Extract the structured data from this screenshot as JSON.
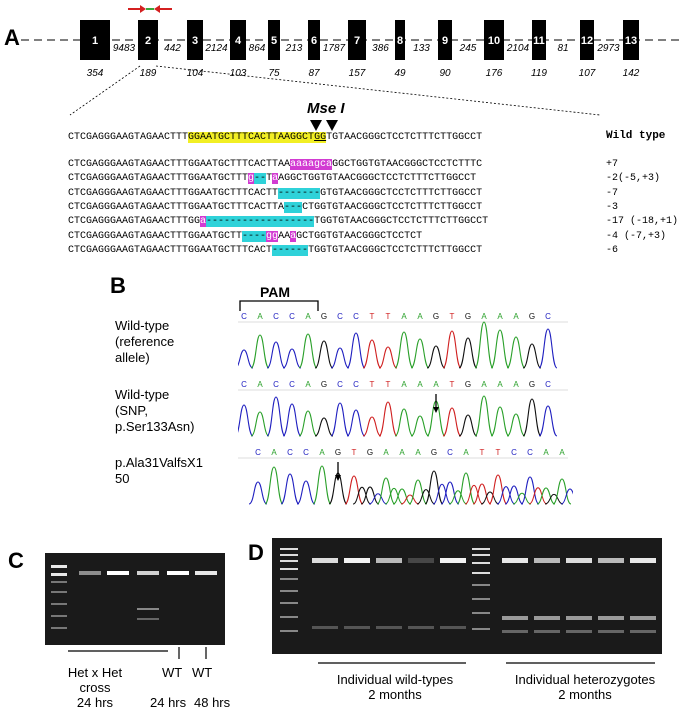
{
  "panels": {
    "a": "A",
    "b": "B",
    "c": "C",
    "d": "D"
  },
  "exons": [
    "1",
    "2",
    "3",
    "4",
    "5",
    "6",
    "7",
    "8",
    "9",
    "10",
    "11",
    "12",
    "13"
  ],
  "introns": [
    "9483",
    "442",
    "2124",
    "864",
    "213",
    "1787",
    "386",
    "133",
    "245",
    "2104",
    "81",
    "2973"
  ],
  "exon_lengths": [
    "354",
    "189",
    "104",
    "103",
    "75",
    "87",
    "157",
    "49",
    "90",
    "176",
    "119",
    "107",
    "142"
  ],
  "enzyme": "Mse I",
  "wild_type_label": "Wild type",
  "wt_seq": {
    "pre": "CTCGAGGGAAGTAGAACTTT",
    "target1": "GGAATGCTTTCACTTAAGGCT",
    "pam": "GG",
    "post": "TGTAACGGGCTCCTCTTTCTTGGCCT"
  },
  "mutants": [
    {
      "parts": [
        {
          "t": "CTCGAGGGAAGTAGAACTTTGGAATGCTTTCACTTAA",
          "c": ""
        },
        {
          "t": "aaaagca",
          "c": "m"
        },
        {
          "t": "GGCTGGTGTAACGGGCTCCTCTTTC",
          "c": ""
        }
      ],
      "annot": "+7"
    },
    {
      "parts": [
        {
          "t": "CTCGAGGGAAGTAGAACTTTGGAATGCTTT",
          "c": ""
        },
        {
          "t": "g",
          "c": "m"
        },
        {
          "t": "--",
          "c": "c"
        },
        {
          "t": "T",
          "c": ""
        },
        {
          "t": "a",
          "c": "m"
        },
        {
          "t": "A",
          "c": ""
        },
        {
          "t": "GGCTGGTGTAACGGGCTCCTCTTTCTTGGCCT",
          "c": ""
        }
      ],
      "annot": "-2(-5,+3)"
    },
    {
      "parts": [
        {
          "t": "CTCGAGGGAAGTAGAACTTTGGAATGCTTTCACTT",
          "c": ""
        },
        {
          "t": "-------",
          "c": "c"
        },
        {
          "t": "GTGTAACGGGCTCCTCTTTCTTGGCCT",
          "c": ""
        }
      ],
      "annot": "-7"
    },
    {
      "parts": [
        {
          "t": "CTCGAGGGAAGTAGAACTTTGGAATGCTTTCACTTA",
          "c": ""
        },
        {
          "t": "---",
          "c": "c"
        },
        {
          "t": "CTGGTGTAACGGGCTCCTCTTTCTTGGCCT",
          "c": ""
        }
      ],
      "annot": "-3"
    },
    {
      "parts": [
        {
          "t": "CTCGAGGGAAGTAGAACTTTGG",
          "c": ""
        },
        {
          "t": "a",
          "c": "m"
        },
        {
          "t": "------------------",
          "c": "c"
        },
        {
          "t": "TGGTGTAACGGGCTCCTCTTTCTTGGCCT",
          "c": ""
        }
      ],
      "annot": "-17 (-18,+1)"
    },
    {
      "parts": [
        {
          "t": "CTCGAGGGAAGTAGAACTTTGGAATGCTT",
          "c": ""
        },
        {
          "t": "----",
          "c": "c"
        },
        {
          "t": "gg",
          "c": "m"
        },
        {
          "t": "AA",
          "c": ""
        },
        {
          "t": "a",
          "c": "m"
        },
        {
          "t": "GCTGGTGTAACGGGCTCCTCT",
          "c": ""
        }
      ],
      "annot": "-4 (-7,+3)"
    },
    {
      "parts": [
        {
          "t": "CTCGAGGGAAGTAGAACTTTGGAATGCTTTCACT",
          "c": ""
        },
        {
          "t": "------",
          "c": "c"
        },
        {
          "t": "TGGTGTAACGGGCTCCTCTTTCTTGGCCT",
          "c": ""
        }
      ],
      "annot": "-6"
    }
  ],
  "pam_label": "PAM",
  "chroma": [
    {
      "label": "Wild-type\n(reference\nallele)",
      "bases": "CACCAGCCTTAAGTGAAAGC"
    },
    {
      "label": "Wild-type\n(SNP,\np.Ser133Asn)",
      "bases": "CACCAGCCTTAAATGAAAGC"
    },
    {
      "label": "p.Ala31ValfsX1\n50",
      "bases": "CACCAGTGAAAGCATTCCAA"
    }
  ],
  "gel_c": {
    "group": "Het x Het\ncross\n24 hrs",
    "wt1": "WT",
    "wt2": "WT",
    "t1": "24 hrs",
    "t2": "48 hrs"
  },
  "gel_d": {
    "wt": "Individual wild-types\n2 months",
    "het": "Individual heterozygotes\n2 months"
  },
  "colors": {
    "exon": "#000000",
    "primer_red": "#d42020",
    "primer_green": "#3aa63a",
    "base_A": "#2aa02a",
    "base_C": "#2020c0",
    "base_G": "#101010",
    "base_T": "#d02020"
  }
}
